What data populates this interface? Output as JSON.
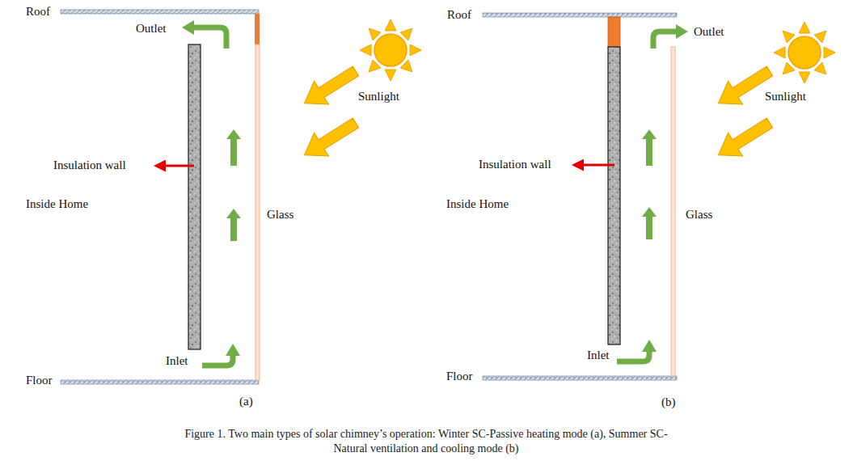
{
  "diagram": {
    "caption": "Figure 1. Two main types of solar chimney’s operation: Winter SC-Passive heating mode (a), Summer SC-Natural ventilation and cooling mode (b)",
    "labels": [
      "Roof",
      "Outlet",
      "Sunlight",
      "Insulation wall",
      "Inside Home",
      "Glass",
      "Inlet",
      "Floor",
      "(a)",
      "Roof",
      "Outlet",
      "Sunlight",
      "Insulation wall",
      "Inside Home",
      "Glass",
      "Inlet",
      "Floor",
      "(b)"
    ]
  }
}
